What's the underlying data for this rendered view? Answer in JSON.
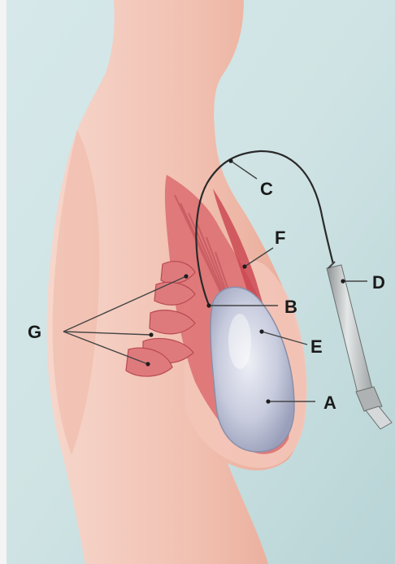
{
  "figure": {
    "labels": {
      "A": "A",
      "B": "B",
      "C": "C",
      "D": "D",
      "E": "E",
      "F": "F",
      "G": "G"
    },
    "colors": {
      "background": "#cfe3e6",
      "skin": "#f2c2b4",
      "muscle": "#d9626a",
      "implant": "#c8cde0",
      "tube": "#2a2a2a",
      "pump": "#c9cccc"
    }
  }
}
